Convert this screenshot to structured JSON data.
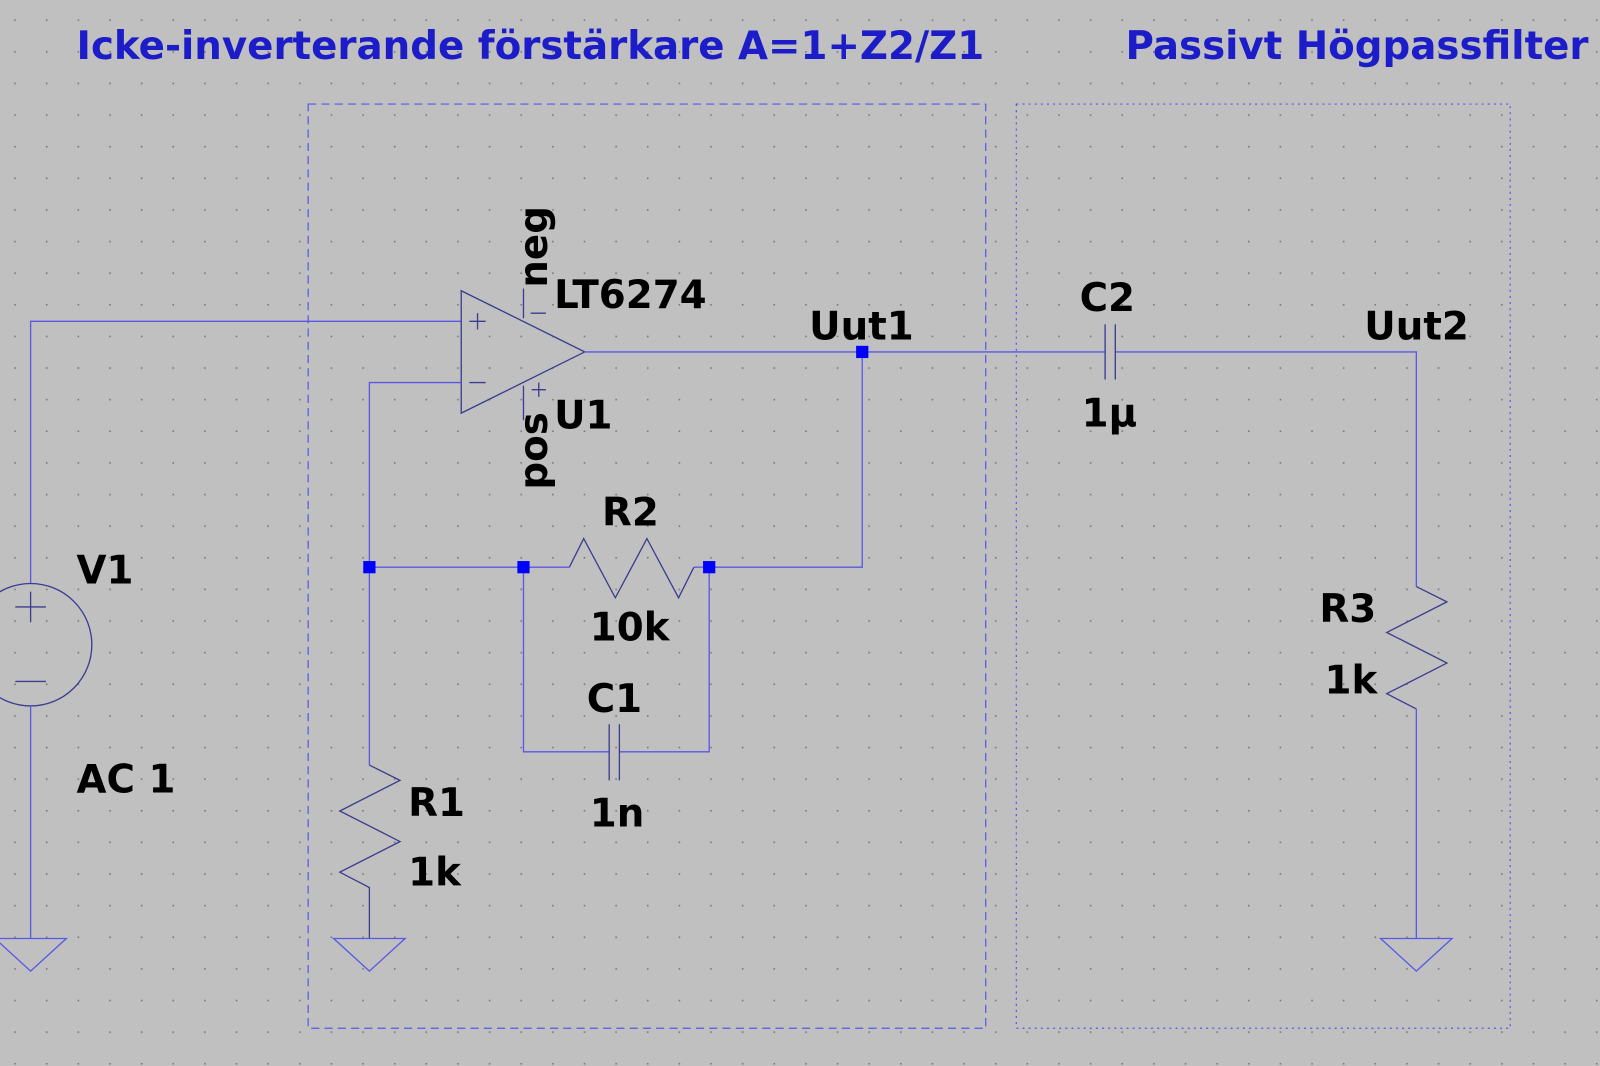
{
  "colors": {
    "background": "#c0c0c0",
    "title": "#1c1cc8",
    "wire": "#5858e8",
    "component": "#3c3c90",
    "junction": "#0000ff"
  },
  "titles": {
    "amplifier": "Icke-inverterande förstärkare A=1+Z2/Z1",
    "filter": "Passivt Högpassfilter"
  },
  "opamp": {
    "model": "LT6274",
    "name": "U1",
    "pin_top": "neg",
    "pin_bottom": "pos"
  },
  "source": {
    "name": "V1",
    "value": "AC 1"
  },
  "components": {
    "R1": {
      "name": "R1",
      "value": "1k"
    },
    "R2": {
      "name": "R2",
      "value": "10k"
    },
    "C1": {
      "name": "C1",
      "value": "1n"
    },
    "C2": {
      "name": "C2",
      "value": "1µ"
    },
    "R3": {
      "name": "R3",
      "value": "1k"
    }
  },
  "nets": {
    "out1": "Uut1",
    "out2": "Uut2"
  }
}
